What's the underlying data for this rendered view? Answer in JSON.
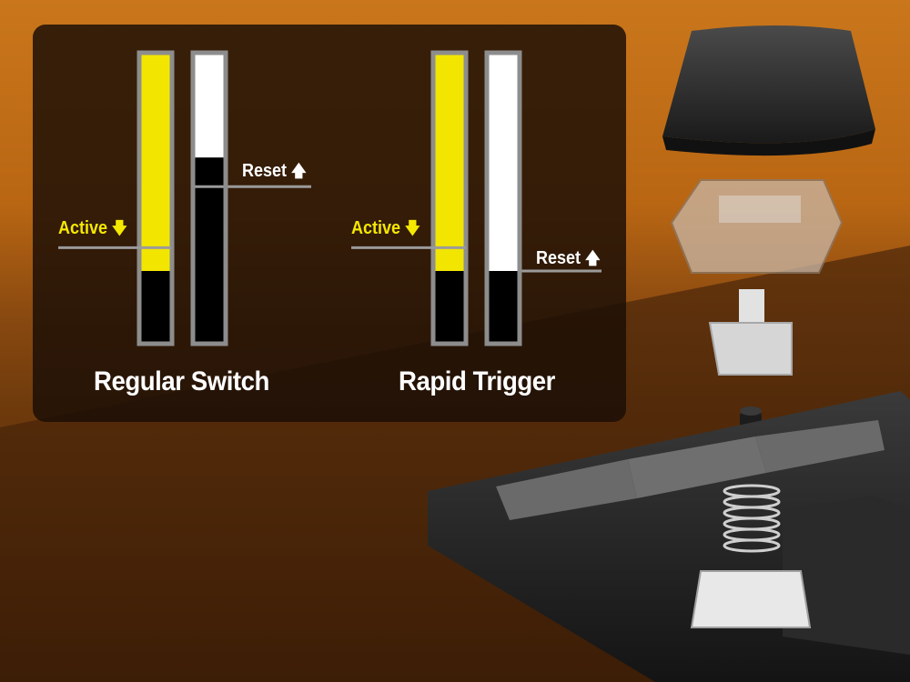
{
  "diagrams": [
    {
      "title": "Regular Switch",
      "active_label": "Active",
      "active_arrow": "🡇",
      "reset_label": "Reset",
      "reset_arrow": "🡅",
      "press_bar": {
        "yellow_fraction": 0.75
      },
      "release_bar": {
        "white_fraction": 0.36,
        "black_fraction": 0.64
      }
    },
    {
      "title": "Rapid Trigger",
      "active_label": "Active",
      "active_arrow": "🡇",
      "reset_label": "Reset",
      "reset_arrow": "🡅",
      "press_bar": {
        "yellow_fraction": 0.75
      },
      "release_bar": {
        "white_fraction": 0.75,
        "black_fraction": 0.25
      }
    }
  ],
  "colors": {
    "yellow": "#f2e600",
    "black": "#000000",
    "white": "#ffffff",
    "bar_border": "#8d8d8d",
    "guide_line": "#9a9a9a"
  }
}
